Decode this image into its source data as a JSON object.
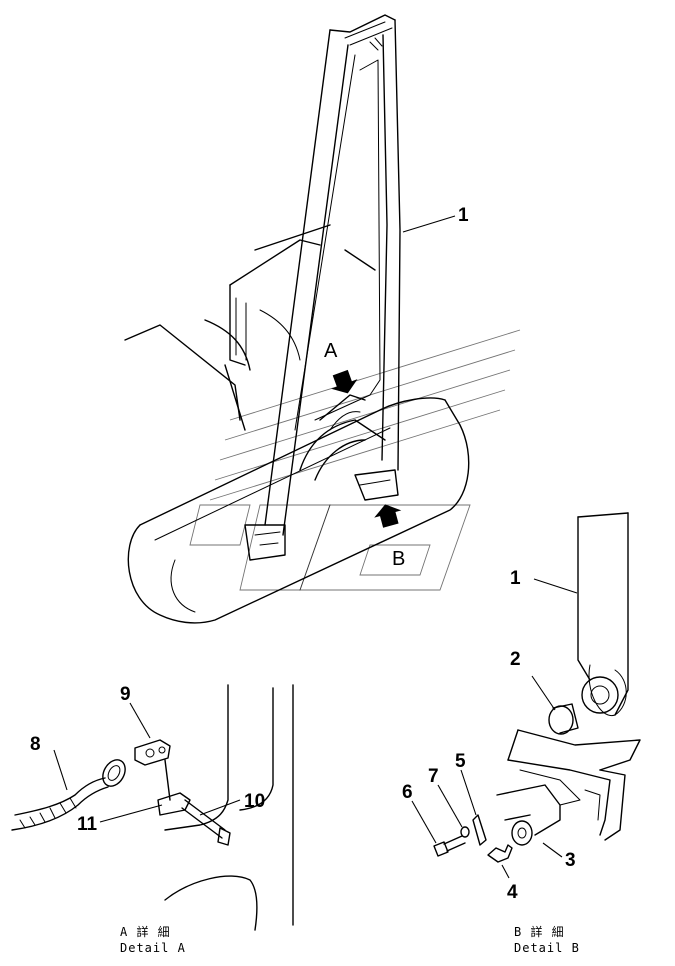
{
  "callouts": {
    "c1_top": "1",
    "c1_detail": "1",
    "c2": "2",
    "c3": "3",
    "c4": "4",
    "c5": "5",
    "c6": "6",
    "c7": "7",
    "c8": "8",
    "c9": "9",
    "c10": "10",
    "c11": "11"
  },
  "view_markers": {
    "a": "A",
    "b": "B"
  },
  "captions": {
    "detail_a_jp": "A 詳 細",
    "detail_a_en": "Detail A",
    "detail_b_jp": "B 詳 細",
    "detail_b_en": "Detail B"
  }
}
